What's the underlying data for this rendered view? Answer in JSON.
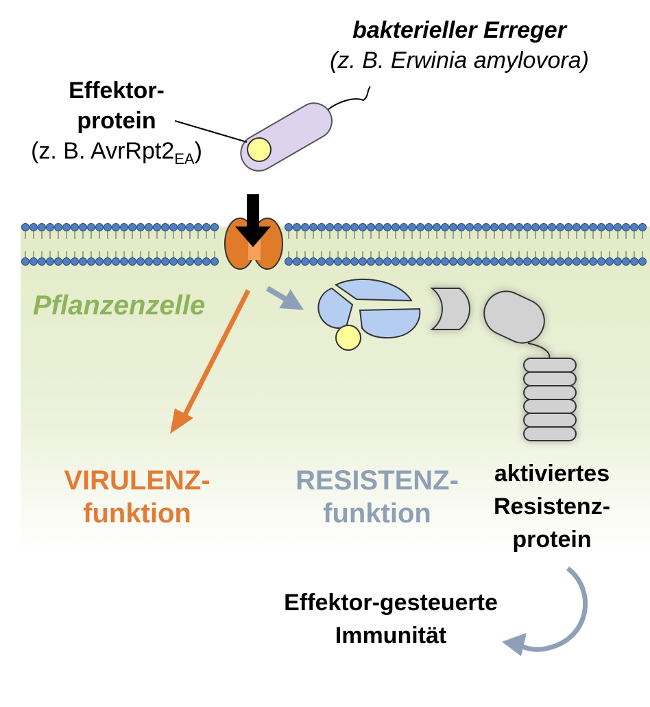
{
  "labels": {
    "pathogen": "bakterieller Erreger",
    "pathogen_example": "(z. B. Erwinia amylovora)",
    "effector_line1": "Effektor-",
    "effector_line2": "protein",
    "effector_example": "(z. B. AvrRpt2",
    "effector_example_sub": "EA",
    "effector_example_close": ")",
    "plant_cell": "Pflanzenzelle",
    "virulence_line1": "VIRULENZ-",
    "virulence_line2": "funktion",
    "resistance_line1": "RESISTENZ-",
    "resistance_line2": "funktion",
    "activated_line1": "aktiviertes",
    "activated_line2": "Resistenz-",
    "activated_line3": "protein",
    "eti_line1": "Effektor-gesteuerte",
    "eti_line2": "Immunität"
  },
  "colors": {
    "cell_interior": "#e6edcc",
    "membrane_head": "#4f7fbf",
    "channel": "#e07b2a",
    "virulence": "#e37b35",
    "resistance": "#8ea0b7",
    "plant_cell_label": "#8db35b",
    "bacterium": "#ddd3ee",
    "effector": "#ffff99",
    "receptor": "#b6cdf2",
    "r_protein": "#d2d2d2"
  },
  "icons": [
    "bacterium-icon",
    "ion-channel-icon",
    "effector-protein-icon",
    "receptor-complex-icon",
    "resistance-protein-icon"
  ]
}
